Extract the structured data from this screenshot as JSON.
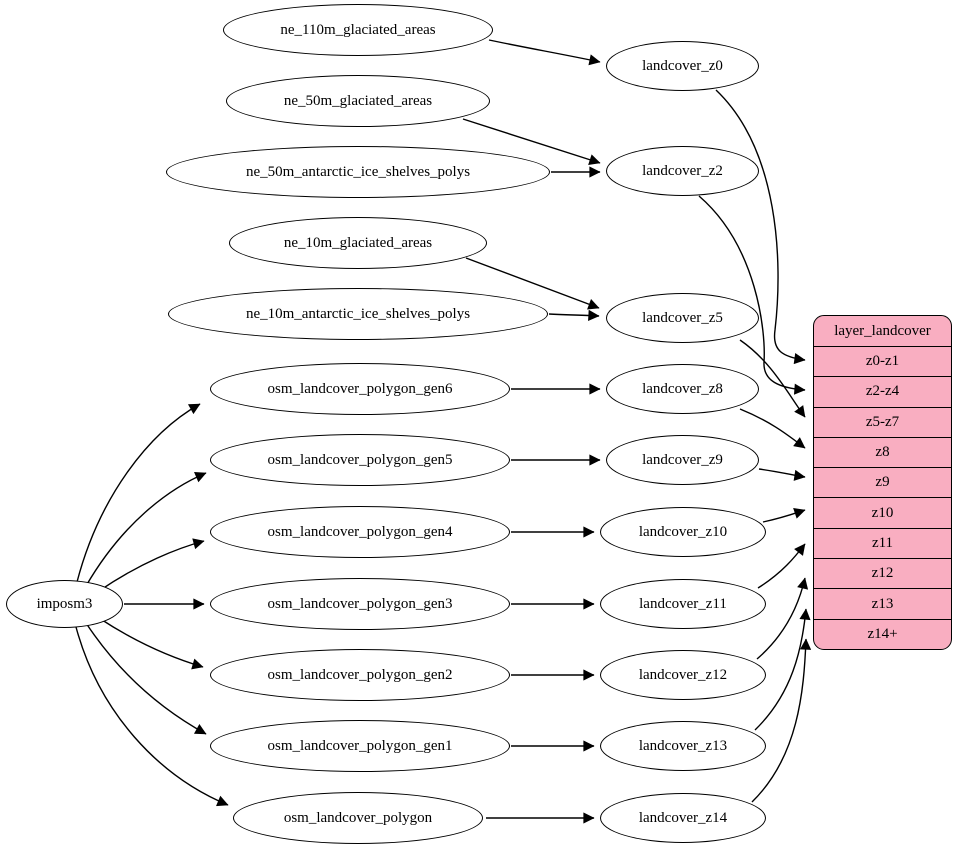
{
  "diagram": {
    "type": "graphviz-dependency-graph",
    "colors": {
      "table_fill": "#f9aec1",
      "node_fill": "#ffffff",
      "stroke": "#000000"
    },
    "importer": {
      "label": "imposm3"
    },
    "sources": [
      {
        "label": "ne_110m_glaciated_areas"
      },
      {
        "label": "ne_50m_glaciated_areas"
      },
      {
        "label": "ne_50m_antarctic_ice_shelves_polys"
      },
      {
        "label": "ne_10m_glaciated_areas"
      },
      {
        "label": "ne_10m_antarctic_ice_shelves_polys"
      },
      {
        "label": "osm_landcover_polygon_gen6"
      },
      {
        "label": "osm_landcover_polygon_gen5"
      },
      {
        "label": "osm_landcover_polygon_gen4"
      },
      {
        "label": "osm_landcover_polygon_gen3"
      },
      {
        "label": "osm_landcover_polygon_gen2"
      },
      {
        "label": "osm_landcover_polygon_gen1"
      },
      {
        "label": "osm_landcover_polygon"
      }
    ],
    "generalized_tables": [
      {
        "label": "landcover_z0"
      },
      {
        "label": "landcover_z2"
      },
      {
        "label": "landcover_z5"
      },
      {
        "label": "landcover_z8"
      },
      {
        "label": "landcover_z9"
      },
      {
        "label": "landcover_z10"
      },
      {
        "label": "landcover_z11"
      },
      {
        "label": "landcover_z12"
      },
      {
        "label": "landcover_z13"
      },
      {
        "label": "landcover_z14"
      }
    ],
    "layer_table": {
      "title": "layer_landcover",
      "rows": [
        "z0-z1",
        "z2-z4",
        "z5-z7",
        "z8",
        "z9",
        "z10",
        "z11",
        "z12",
        "z13",
        "z14+"
      ]
    },
    "edges": [
      [
        "ne_110m_glaciated_areas",
        "landcover_z0"
      ],
      [
        "ne_50m_glaciated_areas",
        "landcover_z2"
      ],
      [
        "ne_50m_antarctic_ice_shelves_polys",
        "landcover_z2"
      ],
      [
        "ne_10m_glaciated_areas",
        "landcover_z5"
      ],
      [
        "ne_10m_antarctic_ice_shelves_polys",
        "landcover_z5"
      ],
      [
        "osm_landcover_polygon_gen6",
        "landcover_z8"
      ],
      [
        "osm_landcover_polygon_gen5",
        "landcover_z9"
      ],
      [
        "osm_landcover_polygon_gen4",
        "landcover_z10"
      ],
      [
        "osm_landcover_polygon_gen3",
        "landcover_z11"
      ],
      [
        "osm_landcover_polygon_gen2",
        "landcover_z12"
      ],
      [
        "osm_landcover_polygon_gen1",
        "landcover_z13"
      ],
      [
        "osm_landcover_polygon",
        "landcover_z14"
      ],
      [
        "imposm3",
        "osm_landcover_polygon_gen6"
      ],
      [
        "imposm3",
        "osm_landcover_polygon_gen5"
      ],
      [
        "imposm3",
        "osm_landcover_polygon_gen4"
      ],
      [
        "imposm3",
        "osm_landcover_polygon_gen3"
      ],
      [
        "imposm3",
        "osm_landcover_polygon_gen2"
      ],
      [
        "imposm3",
        "osm_landcover_polygon_gen1"
      ],
      [
        "imposm3",
        "osm_landcover_polygon"
      ],
      [
        "landcover_z0",
        "layer_landcover.z0-z1"
      ],
      [
        "landcover_z2",
        "layer_landcover.z2-z4"
      ],
      [
        "landcover_z5",
        "layer_landcover.z5-z7"
      ],
      [
        "landcover_z8",
        "layer_landcover.z8"
      ],
      [
        "landcover_z9",
        "layer_landcover.z9"
      ],
      [
        "landcover_z10",
        "layer_landcover.z10"
      ],
      [
        "landcover_z11",
        "layer_landcover.z11"
      ],
      [
        "landcover_z12",
        "layer_landcover.z12"
      ],
      [
        "landcover_z13",
        "layer_landcover.z13"
      ],
      [
        "landcover_z14",
        "layer_landcover.z14+"
      ]
    ]
  }
}
